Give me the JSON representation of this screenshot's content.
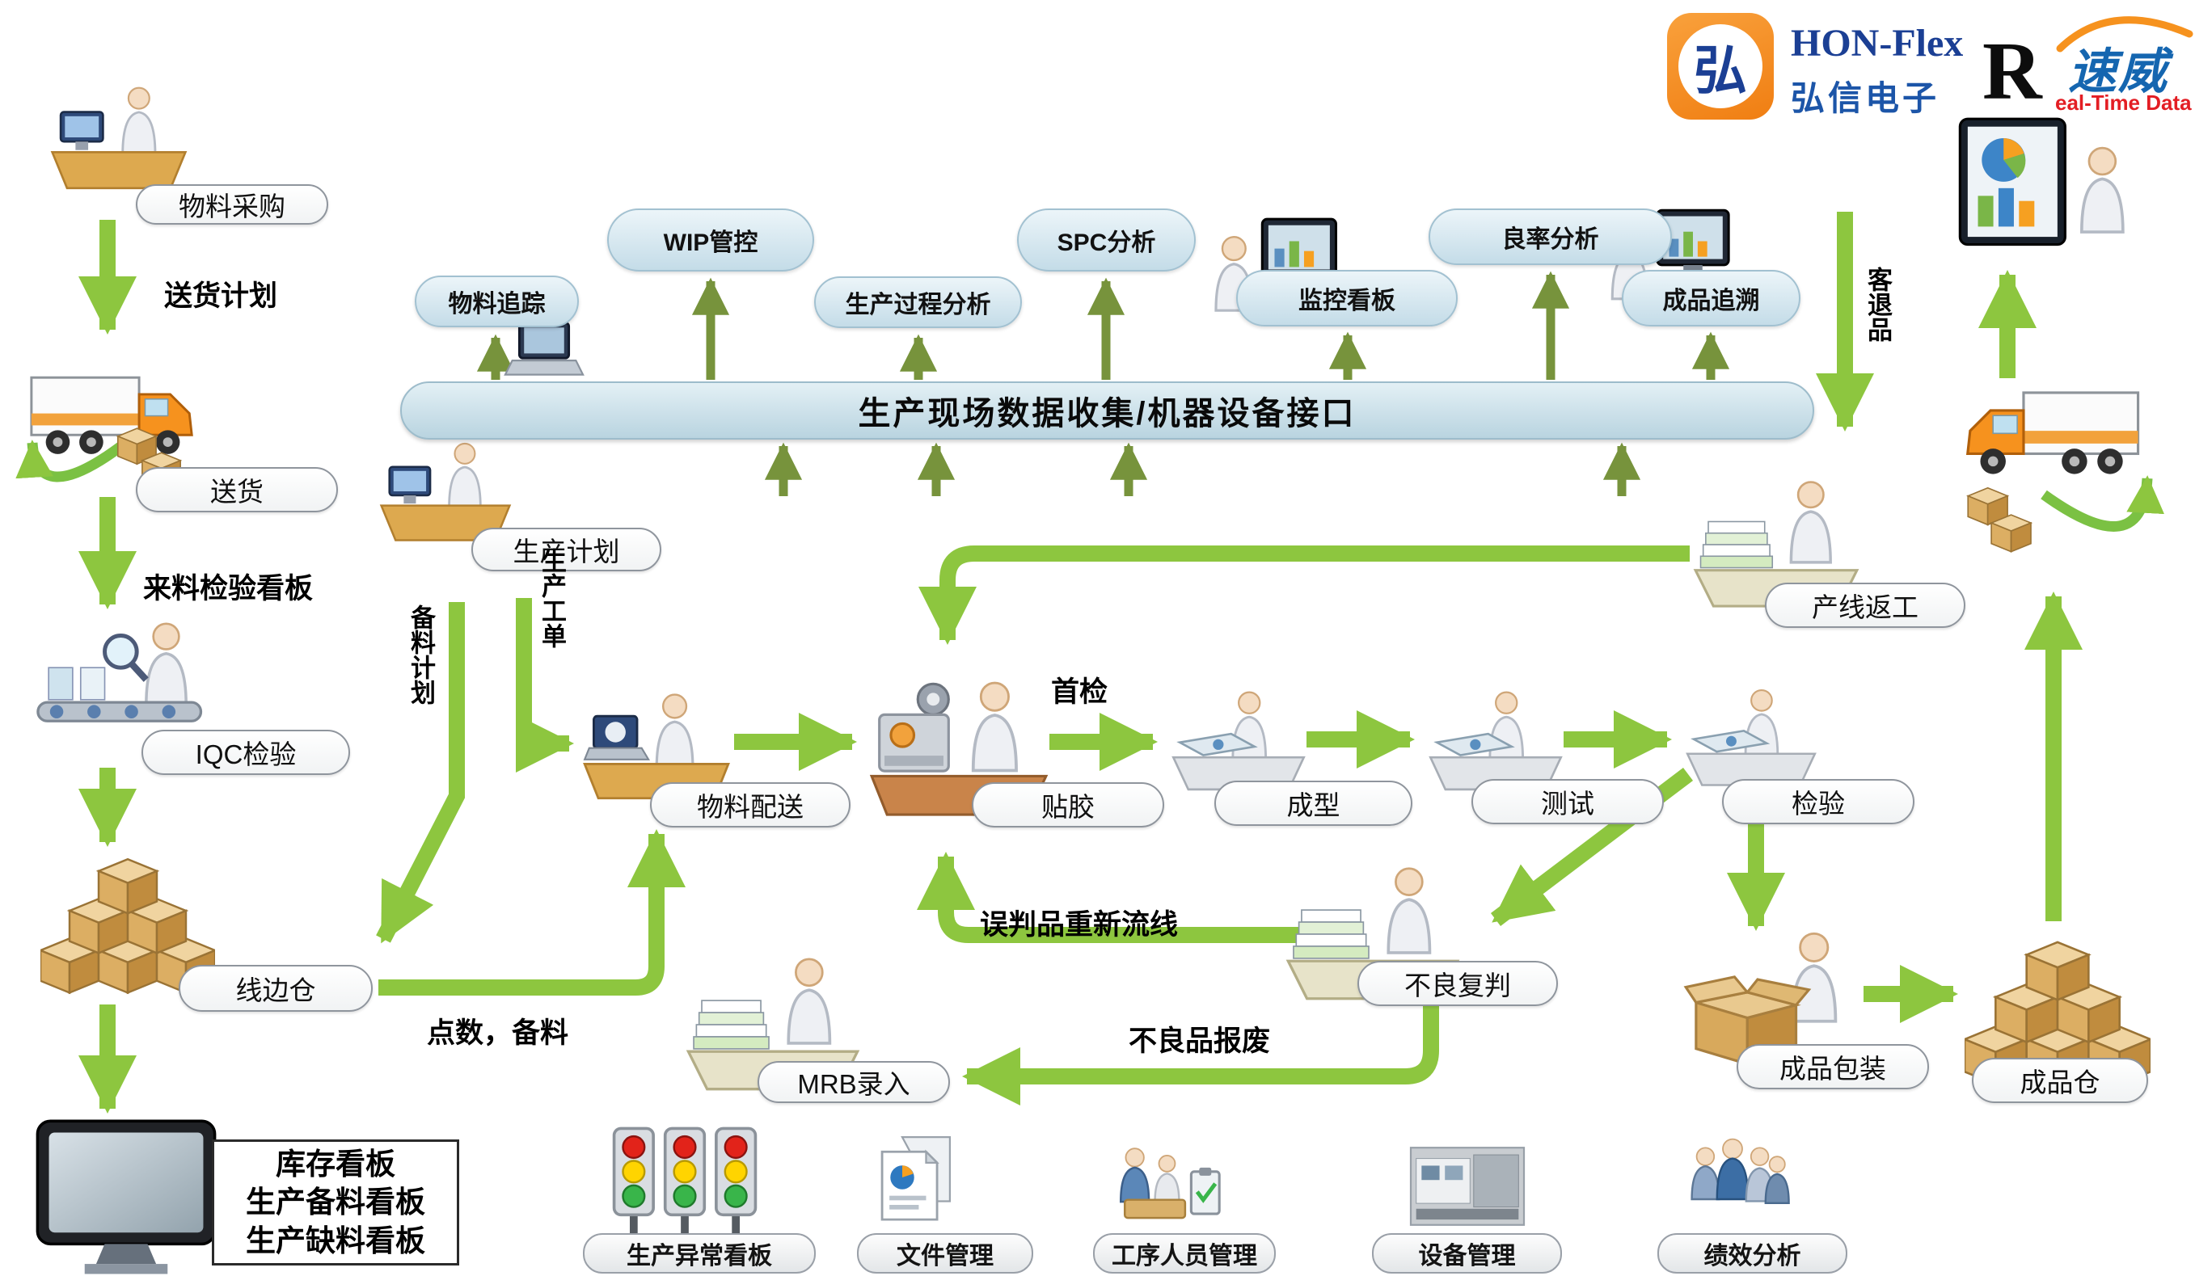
{
  "logos": {
    "honflex": {
      "glyph": "弘",
      "brand": "HON-Flex",
      "subtitle": "弘信电子"
    },
    "realtime": {
      "r": "R",
      "brand": "速威",
      "tagline": "eal-Time Data"
    }
  },
  "bus": {
    "label": "生产现场数据收集/机器设备接口"
  },
  "top_bubbles": [
    {
      "label": "物料追踪"
    },
    {
      "label": "WIP管控"
    },
    {
      "label": "生产过程分析"
    },
    {
      "label": "SPC分析"
    },
    {
      "label": "监控看板"
    },
    {
      "label": "良率分析"
    },
    {
      "label": "成品追溯"
    }
  ],
  "nodes": {
    "material_purchase": "物料采购",
    "delivery": "送货",
    "iqc": "IQC检验",
    "line_side_warehouse": "线边仓",
    "production_plan": "生产计划",
    "material_distribution": "物料配送",
    "taping": "贴胶",
    "forming": "成型",
    "testing": "测试",
    "inspection": "检验",
    "line_rework": "产线返工",
    "defect_review": "不良复判",
    "mrb_entry": "MRB录入",
    "packaging": "成品包装",
    "finished_warehouse": "成品仓"
  },
  "annotations": {
    "delivery_plan": "送货计划",
    "incoming_inspection_board": "来料检验看板",
    "material_prep_plan": "备料计划",
    "work_order": "生产工单",
    "first_inspection": "首检",
    "customer_returns": "客退品",
    "misjudged_reflow": "误判品重新流线",
    "scrap": "不良品报废",
    "counting_prep": "点数，备料"
  },
  "kanban_board": {
    "lines": [
      "库存看板",
      "生产备料看板",
      "生产缺料看板"
    ]
  },
  "bottom_modules": [
    {
      "label": "生产异常看板",
      "icon": "traffic-lights-icon"
    },
    {
      "label": "文件管理",
      "icon": "document-icon"
    },
    {
      "label": "工序人员管理",
      "icon": "people-icon"
    },
    {
      "label": "设备管理",
      "icon": "equipment-icon"
    },
    {
      "label": "绩效分析",
      "icon": "people-group-icon"
    }
  ],
  "colors": {
    "flow_arrow": "#8dc63f",
    "bus_arrow": "#77933c",
    "bubble_fill": "#c4dce8",
    "brand_blue": "#1b3f94",
    "brand_orange": "#f7941d",
    "brand_red": "#e31e24"
  }
}
